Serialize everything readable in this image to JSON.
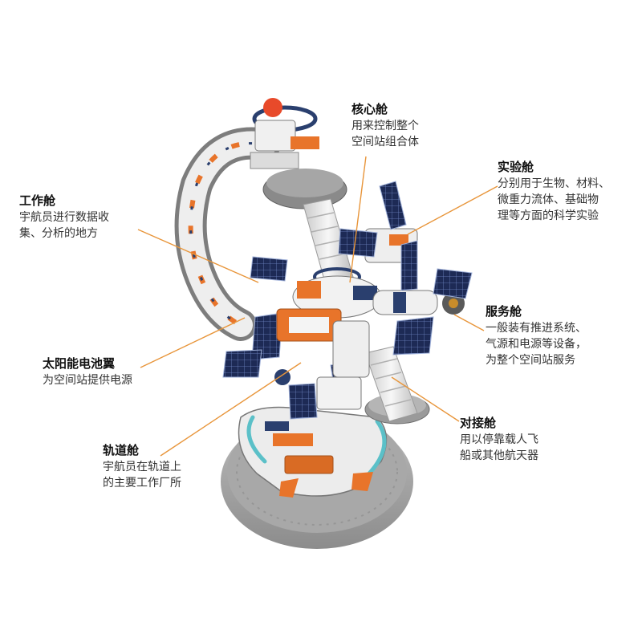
{
  "callouts": {
    "core": {
      "title": "核心舱",
      "desc": "用来控制整个\n空间站组合体"
    },
    "lab": {
      "title": "实验舱",
      "desc": "分别用于生物、材料、\n微重力流体、基础物\n理等方面的科学实验"
    },
    "work": {
      "title": "工作舱",
      "desc": "宇航员进行数据收\n集、分析的地方"
    },
    "service": {
      "title": "服务舱",
      "desc": "一般装有推进系统、\n气源和电源等设备，\n为整个空间站服务"
    },
    "solar": {
      "title": "太阳能电池翼",
      "desc": "为空间站提供电源"
    },
    "dock": {
      "title": "对接舱",
      "desc": "用以停靠载人飞\n船或其他航天器"
    },
    "orbit": {
      "title": "轨道舱",
      "desc": "宇航员在轨道上\n的主要工作厂所"
    }
  },
  "colors": {
    "leader": "#e8953a",
    "orange": "#e8742a",
    "blue": "#2a3f6e",
    "navy": "#1f2c4f",
    "gray": "#8a8a8a",
    "white": "#f2f2f2",
    "base": "#9e9e9e",
    "cyan": "#5bc0c8"
  },
  "icons": {
    "model": "space-station-model"
  }
}
